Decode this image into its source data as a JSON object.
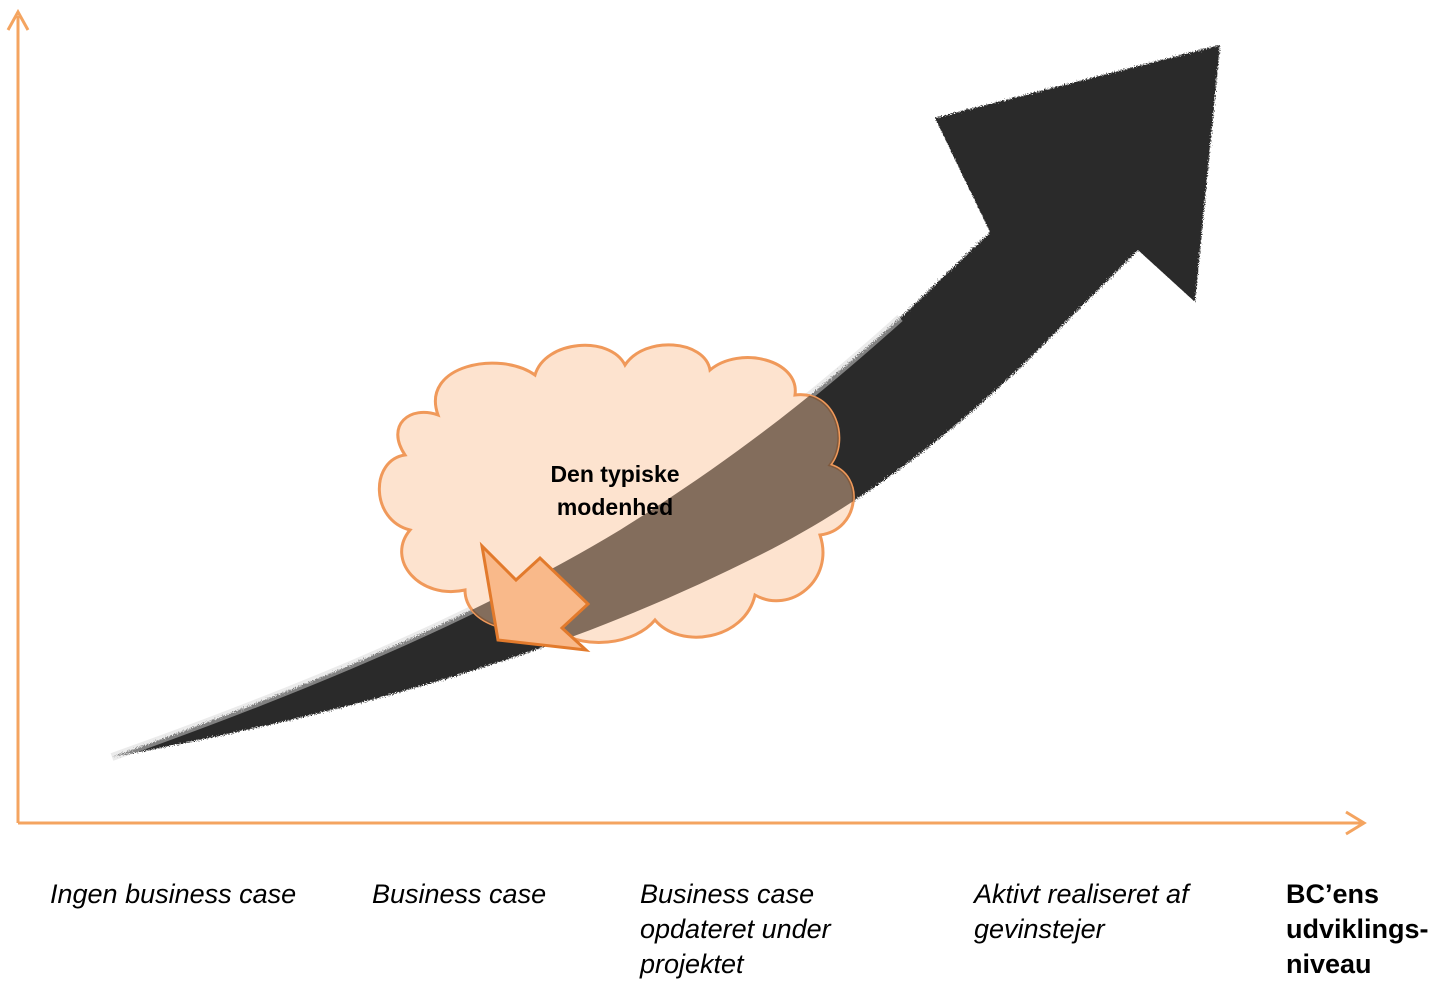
{
  "diagram": {
    "axis_color": "#F4A460",
    "trend_arrow_color": "#2B2B2B",
    "cloud": {
      "fill": "#FDE3CF",
      "stroke": "#F0995A",
      "label_lines": [
        "Den typiske",
        "modenhed"
      ]
    },
    "pointer_arrow": {
      "fill": "#F9B98A",
      "stroke": "#E27A2C"
    },
    "x_categories": [
      {
        "lines": [
          "Ingen business case"
        ]
      },
      {
        "lines": [
          "Business case"
        ]
      },
      {
        "lines": [
          "Business case",
          "opdateret under",
          "projektet"
        ]
      },
      {
        "lines": [
          "Aktivt realiseret af",
          "gevinstejer"
        ]
      }
    ],
    "axis_title_lines": [
      "BC’ens",
      "udviklings-",
      "niveau"
    ]
  }
}
